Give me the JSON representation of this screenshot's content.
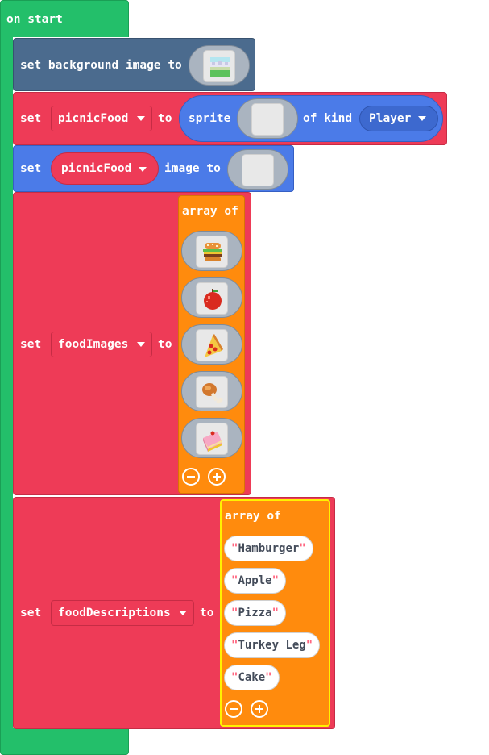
{
  "hat": {
    "label": "on start"
  },
  "bg_block": {
    "label": "set background image to",
    "image_icon": "landscape-image-icon"
  },
  "sprite_block": {
    "set_label": "set",
    "variable": "picnicFood",
    "to_label": "to",
    "sprite_label": "sprite",
    "of_kind_label": "of kind",
    "kind": "Player"
  },
  "image_block": {
    "set_label": "set",
    "variable": "picnicFood",
    "image_to_label": "image to"
  },
  "food_images_block": {
    "set_label": "set",
    "variable": "foodImages",
    "to_label": "to",
    "array_label": "array of",
    "images": [
      "hamburger-icon",
      "apple-icon",
      "pizza-icon",
      "turkey-leg-icon",
      "cake-icon"
    ]
  },
  "food_desc_block": {
    "set_label": "set",
    "variable": "foodDescriptions",
    "to_label": "to",
    "array_label": "array of",
    "quote": "\"",
    "items": [
      "Hamburger",
      "Apple",
      "Pizza",
      "Turkey Leg",
      "Cake"
    ]
  },
  "colors": {
    "events": "#23bf6a",
    "variables": "#ee3b57",
    "sprites": "#4b7be8",
    "scene": "#4b6b8e",
    "arrays": "#ff8b0d",
    "selected_outline": "#fff200"
  }
}
